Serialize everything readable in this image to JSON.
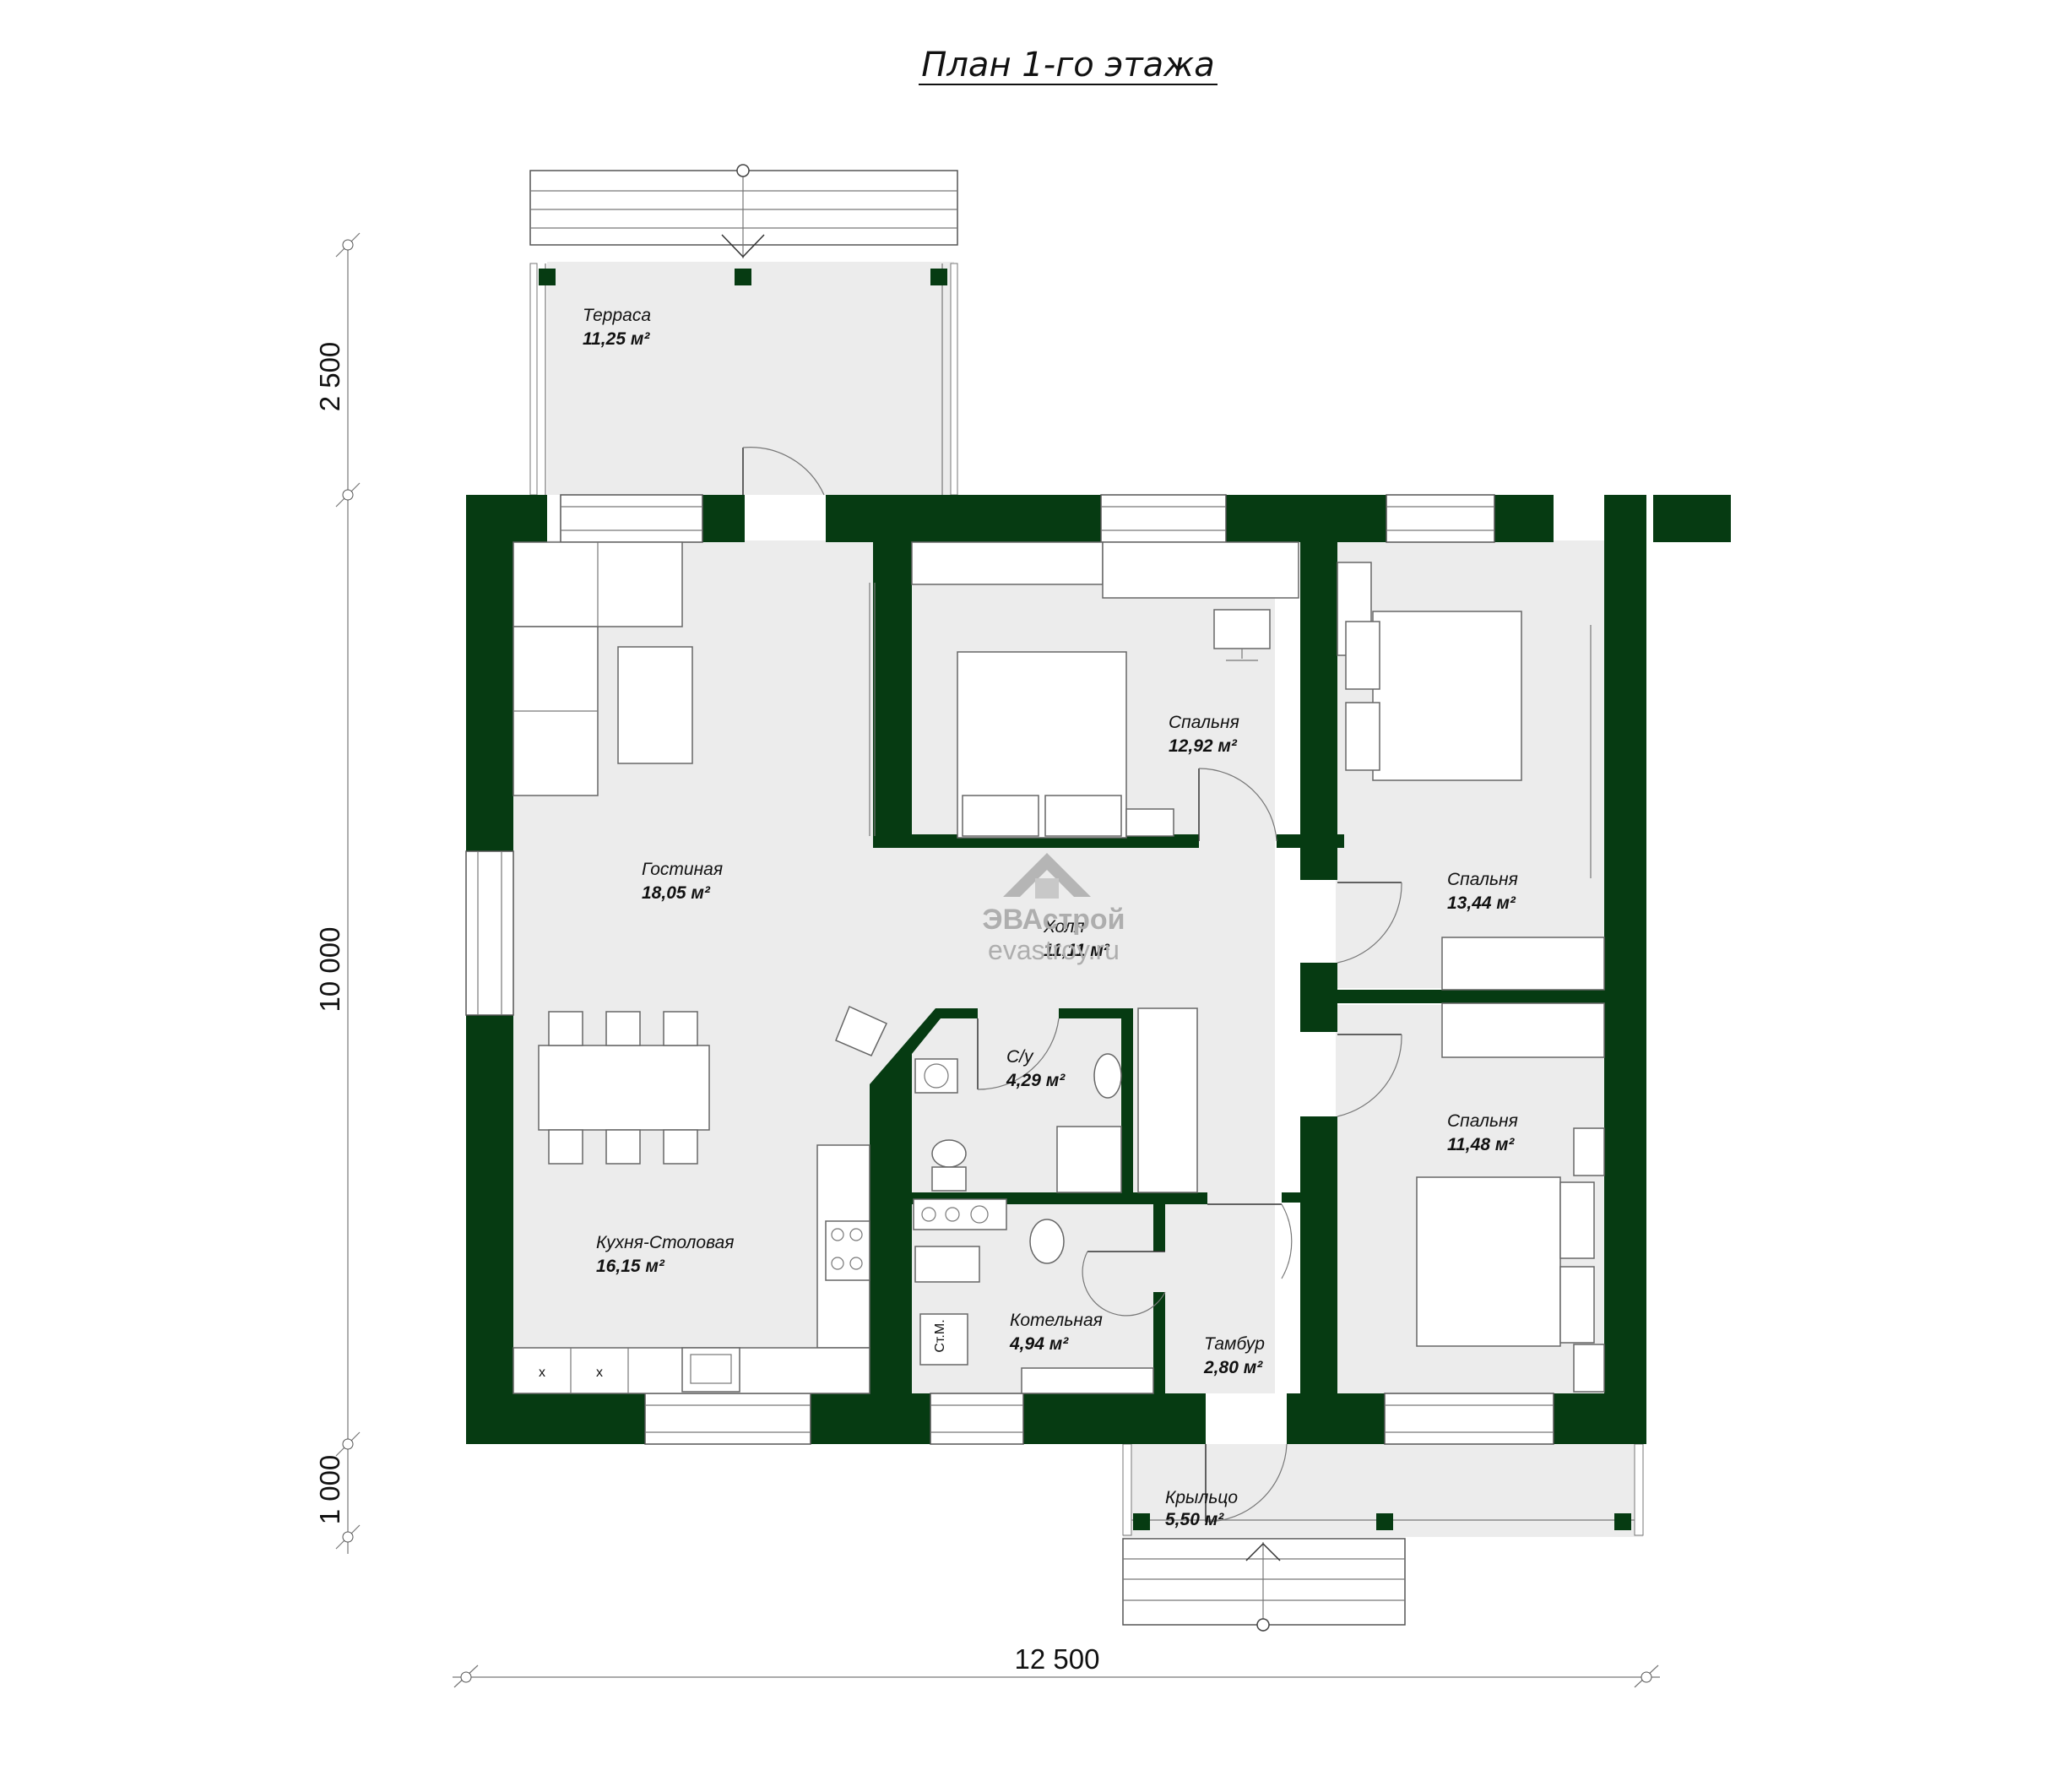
{
  "title": "План 1-го этажа",
  "rooms": {
    "terrace": {
      "name": "Терраса",
      "area": "11,25 м²"
    },
    "living": {
      "name": "Гостиная",
      "area": "18,05 м²"
    },
    "kitchen": {
      "name": "Кухня-Столовая",
      "area": "16,15 м²"
    },
    "bedroom1": {
      "name": "Спальня",
      "area": "12,92 м²"
    },
    "bedroom2": {
      "name": "Спальня",
      "area": "13,44 м²"
    },
    "bedroom3": {
      "name": "Спальня",
      "area": "11,48 м²"
    },
    "hall": {
      "name": "Холл",
      "area": "11,11 м²"
    },
    "bathroom": {
      "name": "С/у",
      "area": "4,29 м²"
    },
    "boiler": {
      "name": "Котельная",
      "area": "4,94 м²"
    },
    "vestibule": {
      "name": "Тамбур",
      "area": "2,80 м²"
    },
    "porch": {
      "name": "Крыльцо",
      "area": "5,50 м²"
    }
  },
  "dimensions": {
    "left_top": "2 500",
    "left_middle": "10 000",
    "left_bottom": "1 000",
    "bottom": "12 500"
  },
  "labels": {
    "riser": "Ст.М.",
    "hob_mark": "x"
  },
  "watermark": {
    "brand": "ЭВАстрой",
    "site": "evastroy.ru"
  },
  "colors": {
    "wall": "#063b12",
    "floor": "#ececec"
  }
}
